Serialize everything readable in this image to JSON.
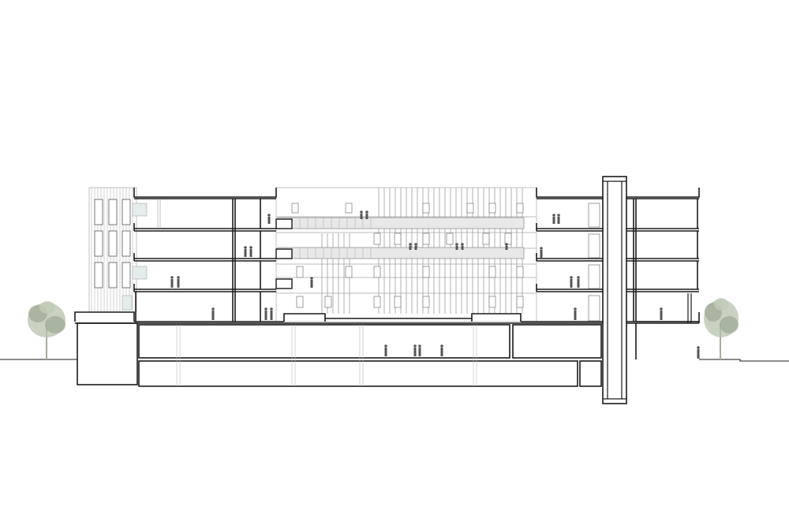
{
  "drawing": {
    "kind": "architectural-section",
    "background_color": "#ffffff",
    "line_color": "#1a1a1a",
    "facade_line_color": "#9a9a9a",
    "glass_tint_color": "#e4ecec",
    "figure_color": "#555555",
    "tree_color": "#a3ae98",
    "above_ground_floors": 4,
    "below_ground_levels": 2,
    "visible_text": []
  }
}
